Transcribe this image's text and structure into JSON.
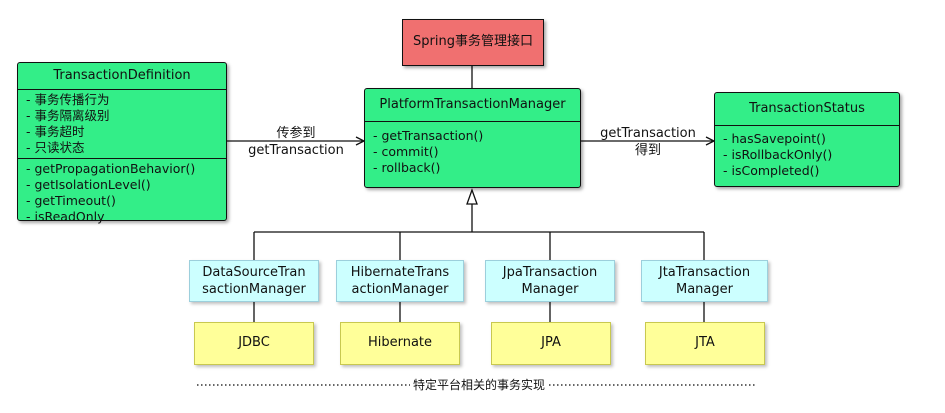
{
  "spring_interface": {
    "label": "Spring事务管理接口"
  },
  "transaction_definition": {
    "title": "TransactionDefinition",
    "attributes": [
      "- 事务传播行为",
      "- 事务隔离级别",
      "- 事务超时",
      "- 只读状态"
    ],
    "methods": [
      "- getPropagationBehavior()",
      "- getIsolationLevel()",
      "- getTimeout()",
      "- isReadOnly"
    ]
  },
  "platform_transaction_manager": {
    "title": "PlatformTransactionManager",
    "methods": [
      "- getTransaction()",
      "- commit()",
      "- rollback()"
    ]
  },
  "transaction_status": {
    "title": "TransactionStatus",
    "methods": [
      "- hasSavepoint()",
      "- isRollbackOnly()",
      "- isCompleted()"
    ]
  },
  "arrow_left_label": {
    "line1": "传参到",
    "line2": "getTransaction"
  },
  "arrow_right_label": {
    "line1": "getTransaction",
    "line2": "得到"
  },
  "implementations": [
    {
      "line1": "DataSourceTran",
      "line2": "sactionManager",
      "tech": "JDBC"
    },
    {
      "line1": "HibernateTrans",
      "line2": "actionManager",
      "tech": "Hibernate"
    },
    {
      "line1": "JpaTransaction",
      "line2": "Manager",
      "tech": "JPA"
    },
    {
      "line1": "JtaTransaction",
      "line2": "Manager",
      "tech": "JTA"
    }
  ],
  "footer": {
    "label": "特定平台相关的事务实现"
  },
  "colors": {
    "uml_green": "#33ee88",
    "interface_red": "#f07070",
    "impl_cyan": "#ccffff",
    "tech_yellow": "#ffff99"
  }
}
